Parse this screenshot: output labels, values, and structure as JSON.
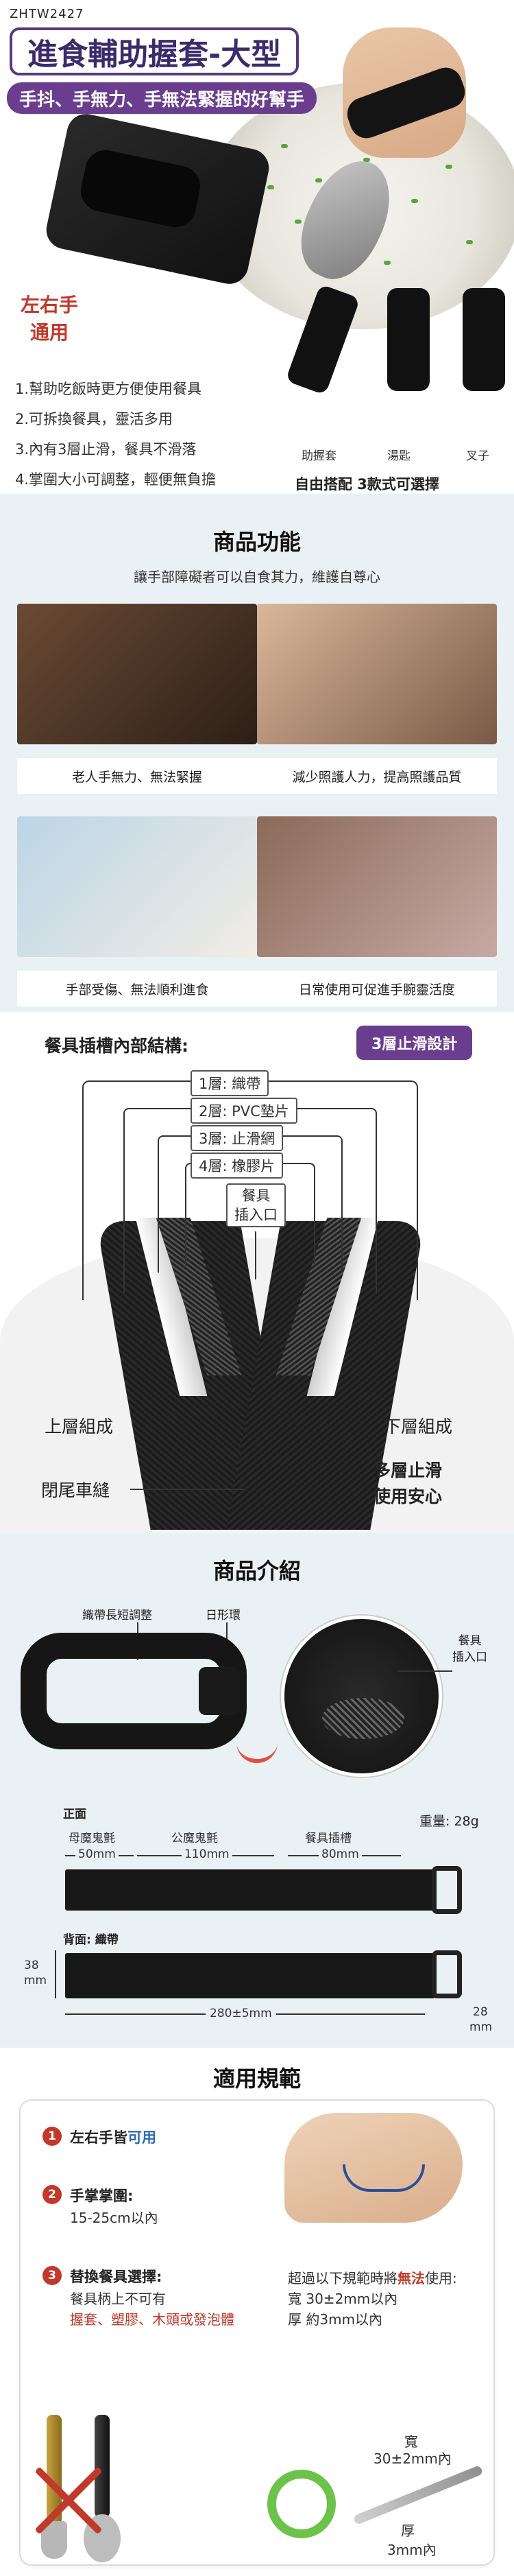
{
  "hero": {
    "product_code": "ZHTW2427",
    "title": "進食輔助握套-大型",
    "subtitle": "手抖、手無力、手無法緊握的好幫手",
    "lr_label_line1": "左右手",
    "lr_label_line2": "通用",
    "features": [
      "1.幫助吃飯時更方便使用餐具",
      "2.可拆換餐具，靈活多用",
      "3.內有3層止滑，餐具不滑落",
      "4.掌圍大小可調整，輕便無負擔"
    ],
    "accessories": [
      "助握套",
      "湯匙",
      "叉子"
    ],
    "accessory_caption": "自由搭配 3款式可選擇"
  },
  "functions": {
    "title": "商品功能",
    "subtitle": "讓手部障礙者可以自食其力，維護自尊心",
    "items": [
      "老人手無力、無法緊握",
      "減少照護人力，提高照護品質",
      "手部受傷、無法順利進食",
      "日常使用可促進手腕靈活度"
    ]
  },
  "structure": {
    "title": "餐具插槽內部結構:",
    "badge": "3層止滑設計",
    "layers": [
      "1層: 織帶",
      "2層: PVC墊片",
      "3層: 止滑網",
      "4層: 橡膠片"
    ],
    "slot_line1": "餐具",
    "slot_line2": "插入口",
    "upper": "上層組成",
    "lower": "下層組成",
    "seam": "閉尾車縫",
    "nonslip_line1": "多層止滑",
    "nonslip_line2": "使用安心"
  },
  "intro": {
    "title": "商品介紹",
    "strap_adjust": "織帶長短調整",
    "ring": "日形環",
    "slot_line1": "餐具",
    "slot_line2": "插入口",
    "front": "正面",
    "weight": "重量: 28g",
    "hook_female": "母魔鬼氈",
    "hook_male": "公魔鬼氈",
    "utensil_slot": "餐具插槽",
    "dim_50": "50mm",
    "dim_110": "110mm",
    "dim_80": "80mm",
    "back": "背面: 織帶",
    "dim_38_a": "38",
    "dim_38_b": "mm",
    "dim_280": "280±5mm",
    "dim_28_a": "28",
    "dim_28_b": "mm"
  },
  "scope": {
    "title": "適用規範",
    "item1_num": "1",
    "item1_a": "左右手皆",
    "item1_b": "可用",
    "item2_num": "2",
    "item2_h": "手掌掌圍:",
    "item2_t": "15-25cm以內",
    "item3_num": "3",
    "item3_h": "替換餐具選擇:",
    "item3_t1": "餐具柄上不可有",
    "item3_t2": "握套、塑膠、木頭或發泡體",
    "limit_a": "超過以下規範時將",
    "limit_b": "無法",
    "limit_c": "使用:",
    "limit_w": "寬  30±2mm以內",
    "limit_t": "厚  約3mm以內",
    "fork_w_label": "寬",
    "fork_w_value": "30±2mm內",
    "fork_t_label": "厚",
    "fork_t_value": "3mm內"
  },
  "colors": {
    "brand_purple": "#6b3d8f",
    "accent_red": "#c0392b",
    "panel_blue": "#eaf1f4"
  }
}
